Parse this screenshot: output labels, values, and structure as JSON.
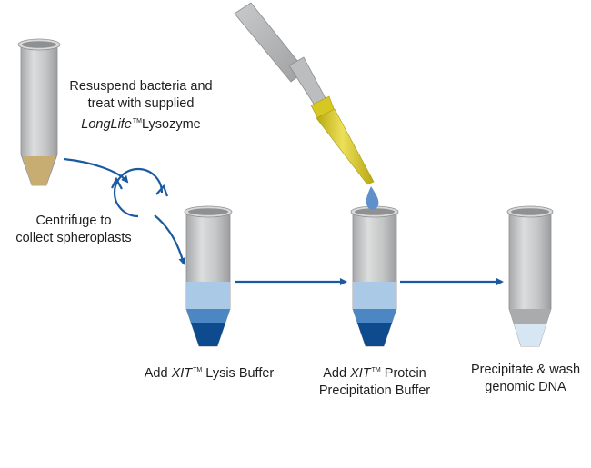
{
  "steps": {
    "lysozyme": {
      "line1": "Resuspend bacteria and",
      "line2": "treat with supplied",
      "reagent": "LongLife",
      "tm": "TM",
      "reagent_rest": "Lysozyme"
    },
    "centrifuge": {
      "line1": "Centrifuge to",
      "line2": "collect spheroplasts"
    },
    "lysis": {
      "prefix": "Add",
      "brand": "XIT",
      "tm": "TM",
      "rest": "Lysis Buffer"
    },
    "protein": {
      "prefix": "Add",
      "brand": "XIT",
      "tm": "TM",
      "rest": "Protein",
      "line2": "Precipitation Buffer"
    },
    "precipitate": {
      "line1": "Precipitate & wash",
      "line2": "genomic DNA"
    }
  },
  "colors": {
    "tube_body": "#c2c3c4",
    "tube_rim": "#d6d7d8",
    "tube_inner": "#8f9092",
    "arrow": "#1c5aa0",
    "pellet": "#c8ad72",
    "buffer_light": "#a9c9e7",
    "buffer_mid": "#4c86c3",
    "buffer_dark": "#0d4a8e",
    "pipette_tip": "#d7c722",
    "pipette_grey": "#b7b8b9",
    "drop": "#5f90cb",
    "dna_pale": "#d6e7f3"
  }
}
